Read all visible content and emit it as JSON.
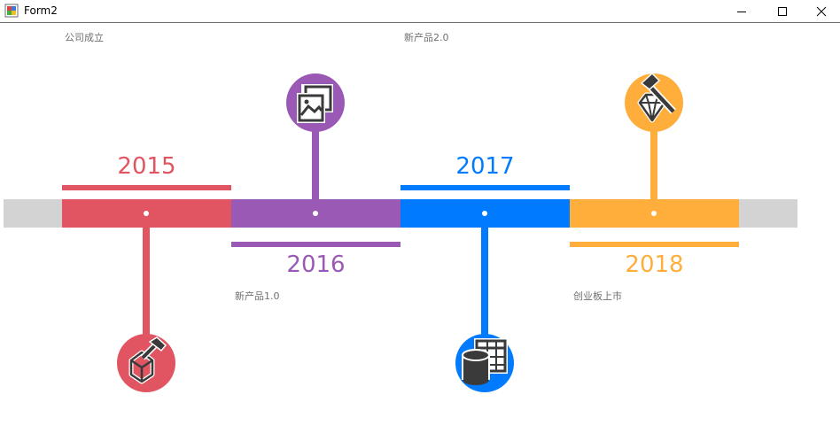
{
  "window": {
    "title": "Form2",
    "controls": [
      "minimize",
      "maximize",
      "close"
    ]
  },
  "colors": {
    "track": "#d3d3d3",
    "red": "#e05561",
    "purple": "#9b59b6",
    "blue": "#007bff",
    "orange": "#ffae3c",
    "icon_dark": "#3a3a3a",
    "label": "#707070"
  },
  "timeline": [
    {
      "year": "2015",
      "label": "公司成立",
      "color": "#e05561",
      "position": "bottom",
      "icon": "hammer-box-icon"
    },
    {
      "year": "2016",
      "label": "新产品1.0",
      "color": "#9b59b6",
      "position": "top",
      "icon": "image-gallery-icon"
    },
    {
      "year": "2017",
      "label": "新产品2.0",
      "color": "#007bff",
      "position": "bottom",
      "icon": "database-table-icon"
    },
    {
      "year": "2018",
      "label": "创业板上市",
      "color": "#ffae3c",
      "position": "top",
      "icon": "hammer-gem-icon"
    }
  ]
}
